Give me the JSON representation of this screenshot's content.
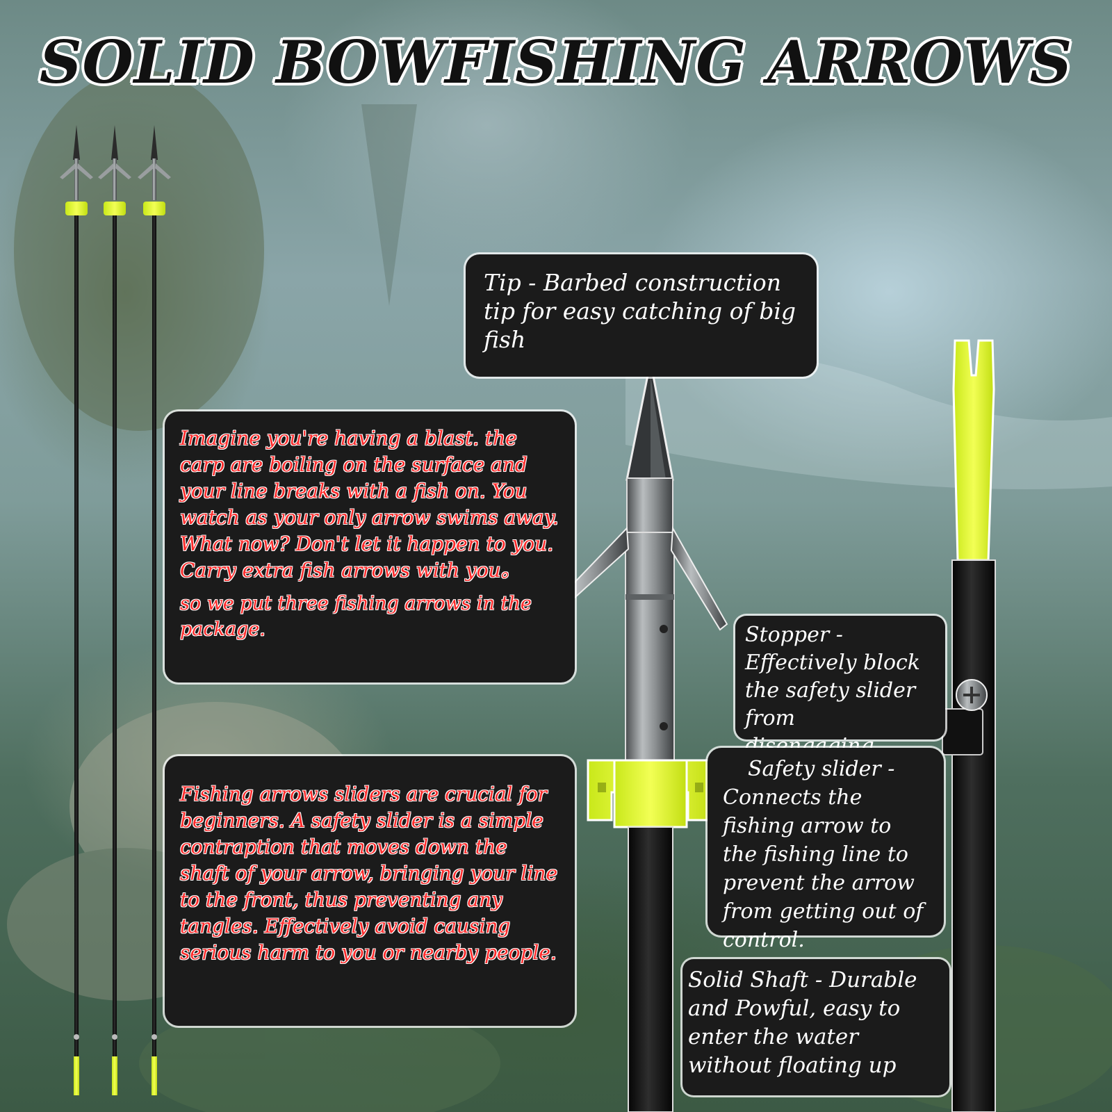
{
  "title": "SOLID BOWFISHING ARROWS",
  "tip_box": {
    "text": "Tip - Barbed construction tip for easy catching of big fish"
  },
  "story_box": {
    "text": "Imagine you're having a blast. the carp are boiling on the surface and your line breaks with a fish on. You watch as your only arrow swims away. What now? Don't let it happen to you. Carry extra fish arrows with you。",
    "extra": "so we put three fishing arrows in the package."
  },
  "slider_info_box": {
    "text": "Fishing arrows sliders are crucial for beginners. A safety slider is a simple contraption that moves down the shaft of your arrow, bringing your line to the front, thus preventing any tangles. Effectively avoid causing serious harm to you or nearby people."
  },
  "stopper_box": {
    "text": "Stopper - Effectively block the safety slider from disengaging."
  },
  "safety_box": {
    "line1": "Safety slider -",
    "text": "Connects the fishing arrow to the fishing line to prevent the arrow from getting out of control."
  },
  "shaft_box": {
    "text": "Solid Shaft - Durable and Powful, easy to enter the water without floating up"
  },
  "colors": {
    "accent_green": "#e8ff2a",
    "box_bg": "#1b1b1b",
    "red_text": "#ff2a2a",
    "shaft_black": "#141414",
    "metal": "#8e9294"
  },
  "icons": [
    "arrow-tip-icon",
    "barb-icon",
    "safety-slider-icon",
    "nock-icon",
    "screw-icon"
  ]
}
